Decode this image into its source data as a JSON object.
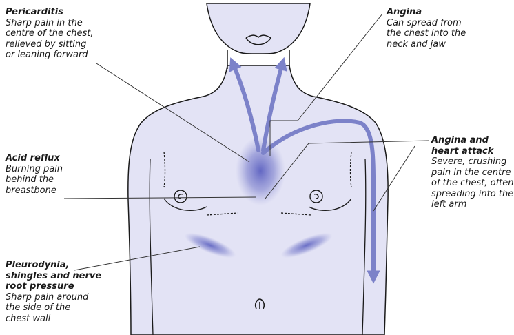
{
  "labels": {
    "pericarditis": {
      "title": "Pericarditis",
      "text": "Sharp pain in the\ncentre of the chest,\nrelieved by sitting\nor leaning forward"
    },
    "angina": {
      "title": "Angina",
      "text": "Can spread from\nthe chest into the\nneck and jaw"
    },
    "acid_reflux": {
      "title": "Acid reflux",
      "text": "Burning pain\nbehind the\nbreastbone"
    },
    "heart_attack": {
      "title": "Angina and\nheart attack",
      "text": "Severe, crushing\npain in the centre\nof the chest, often\nspreading into the\nleft arm"
    },
    "pleurodynia": {
      "title": "Pleurodynia,\nshingles and nerve\nroot pressure",
      "text": "Sharp pain around\nthe side of the\nchest wall"
    }
  },
  "colors": {
    "body_fill": "#e3e3f5",
    "outline": "#1a1a1a",
    "pain_area": "#6f73c8",
    "arrow": "#7c82c9",
    "leader_line": "#333333"
  }
}
